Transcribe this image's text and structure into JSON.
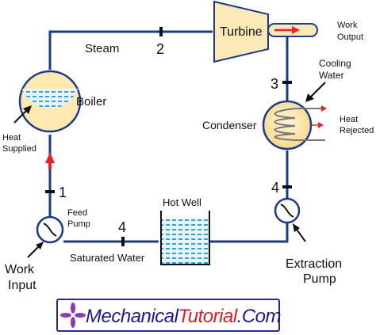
{
  "labels": {
    "turbine": "Turbine",
    "work_output": [
      "Work",
      "Output"
    ],
    "steam": "Steam",
    "boiler": "Boiler",
    "heat_supplied": [
      "Heat",
      "Supplied"
    ],
    "cooling_water": [
      "Cooling",
      "Water"
    ],
    "condenser": "Condenser",
    "heat_rejected": [
      "Heat",
      "Rejected"
    ],
    "feed_pump": [
      "Feed",
      "Pump"
    ],
    "hot_well": "Hot Well",
    "saturated_water": "Saturated Water",
    "work_input": [
      "Work",
      "Input"
    ],
    "extraction_pump": [
      "Extraction",
      "Pump"
    ]
  },
  "state_points": {
    "p1": "1",
    "p2": "2",
    "p3": "3",
    "p4_right": "4",
    "p4_bottom": "4"
  },
  "brand": {
    "part1": "Mechanical",
    "part2": "Tutorial",
    "part3": ".Com"
  },
  "colors": {
    "pipe": "#1a3a8c",
    "arrow": "#e8232a",
    "turbine_fill": "#fde8b8",
    "boiler_fill": "#ffe9b0",
    "water": "#3aa0d8",
    "brand_border": "#2a2a9a",
    "brand_blue": "#1b1b8f",
    "brand_red": "#d62020"
  }
}
